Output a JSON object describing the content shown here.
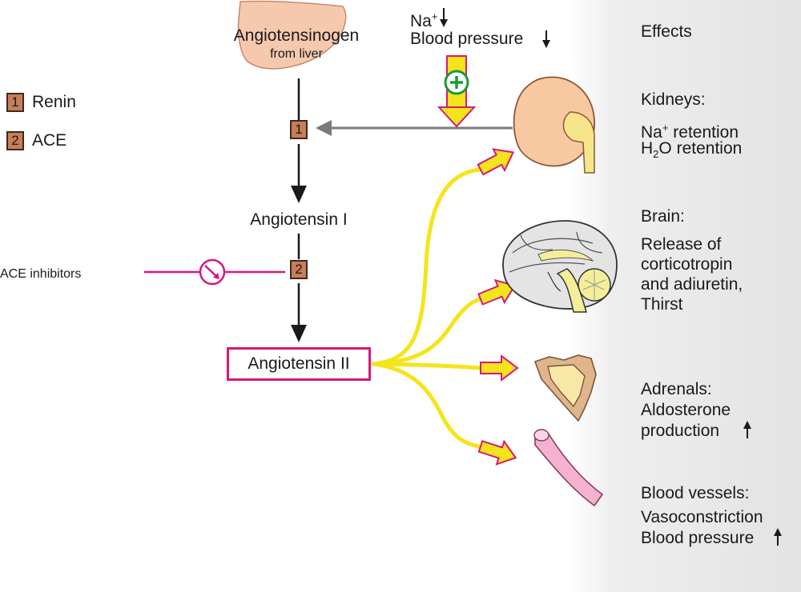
{
  "top": {
    "angiotensinogen": "Angiotensinogen",
    "from_liver": "from liver",
    "na_label": "Na",
    "na_sup": "+",
    "blood_pressure": "Blood pressure"
  },
  "legend": [
    {
      "num": "1",
      "label": "Renin"
    },
    {
      "num": "2",
      "label": "ACE"
    }
  ],
  "pathway": {
    "step1": "1",
    "step2": "2",
    "angiotensin_1": "Angiotensin I",
    "angiotensin_2": "Angiotensin II",
    "ace_inhibitors": "ACE inhibitors"
  },
  "effects": {
    "header": "Effects",
    "kidneys": {
      "title": "Kidneys:",
      "line1_a": "Na",
      "line1_sup": "+",
      "line1_b": " retention",
      "line2_a": "H",
      "line2_sub": "2",
      "line2_b": "O retention"
    },
    "brain": {
      "title": "Brain:",
      "line1": "Release of",
      "line2": "corticotropin",
      "line3": "and adiuretin,",
      "line4": "Thirst"
    },
    "adrenals": {
      "title": "Adrenals:",
      "line1": "Aldosterone",
      "line2": "production"
    },
    "vessels": {
      "title": "Blood vessels:",
      "line1": "Vasoconstriction",
      "line2": "Blood pressure"
    }
  },
  "colors": {
    "magenta": "#d6187a",
    "yellow": "#f4e41c",
    "arrow_gray": "#7a7a7a",
    "enzyme_box": "#c97d58",
    "plus_green": "#1a9a3a"
  }
}
